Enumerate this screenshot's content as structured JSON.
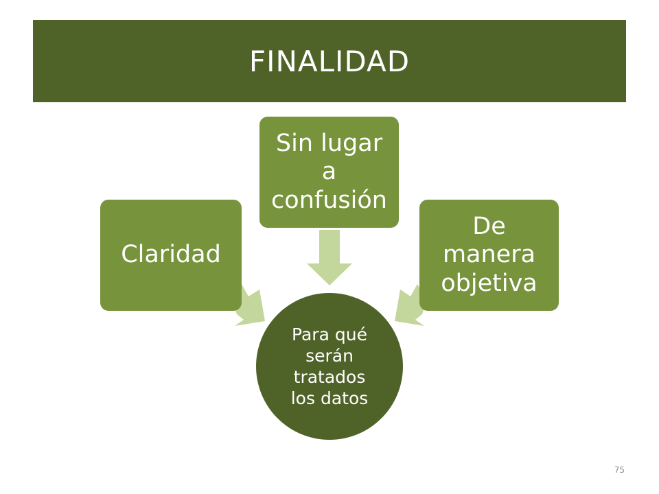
{
  "slide": {
    "title": "FINALIDAD",
    "page_number": "75"
  },
  "diagram": {
    "center": {
      "label": "Para qué\nserán\ntratados\nlos datos"
    },
    "nodes": [
      {
        "label": "Claridad"
      },
      {
        "label": "Sin lugar\na\nconfusión"
      },
      {
        "label": "De\nmanera\nobjetiva"
      }
    ]
  },
  "colors": {
    "title_bar": "#4f6228",
    "node_fill": "#77933c",
    "center_fill": "#4f6228",
    "arrow_fill": "#c3d69b",
    "text": "#ffffff"
  }
}
